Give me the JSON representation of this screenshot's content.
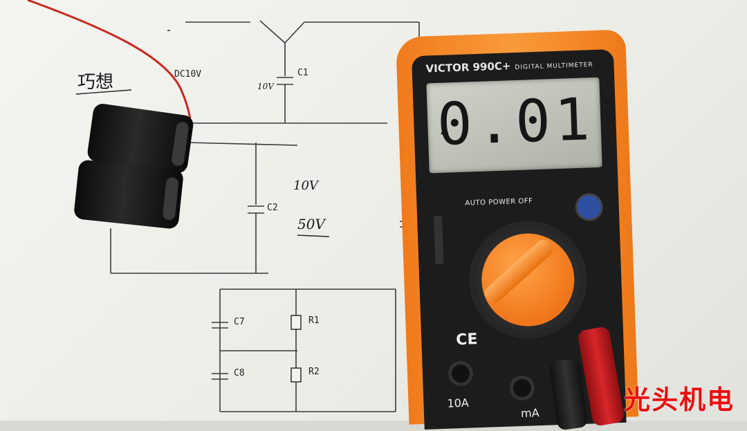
{
  "schematic": {
    "dc_label": "DC10V",
    "c1_label": "C1",
    "c1_volt": "10V",
    "c2_label": "C2",
    "c7_label": "C7",
    "c8_label": "C8",
    "r1_label": "R1",
    "r2_label": "R2"
  },
  "handwriting": {
    "top_left": "巧想",
    "volt_10": "10V",
    "volt_50": "50V"
  },
  "multimeter": {
    "brand": "VICTOR 990C+",
    "subtitle": "DIGITAL MULTIMETER",
    "reading_sign": "-",
    "reading": "0.01",
    "controls": "AUTO POWER OFF",
    "terminal_10a": "10A",
    "terminal_ma": "mA"
  },
  "watermark": "光头机电"
}
